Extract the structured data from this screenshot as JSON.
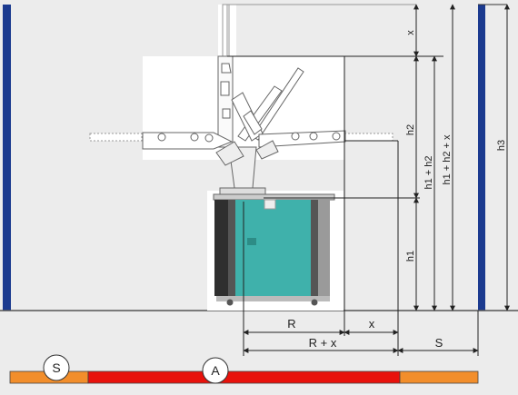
{
  "colors": {
    "background": "#ececec",
    "wall": "#1b3a8f",
    "floor": "#555555",
    "cabinet_green": "#3fb1ab",
    "cabinet_dark": "#2f2f2f",
    "cabinet_gray": "#9a9a9a",
    "zone_safety": "#f28e2b",
    "zone_action": "#e8120c",
    "robot_outline": "#666666",
    "robot_fill": "#ffffff"
  },
  "labels": {
    "x_top": "x",
    "h2": "h2",
    "h1_h2": "h1 + h2",
    "h1_h2_x": "h1 + h2 + x",
    "h3": "h3",
    "h1": "h1",
    "R": "R",
    "x_bottom": "x",
    "R_plus_x": "R + x",
    "S_dim": "S",
    "zone_S": "S",
    "zone_A": "A"
  },
  "icons": {
    "robot": "robot-arm-icon",
    "cabinet": "control-cabinet-icon"
  }
}
